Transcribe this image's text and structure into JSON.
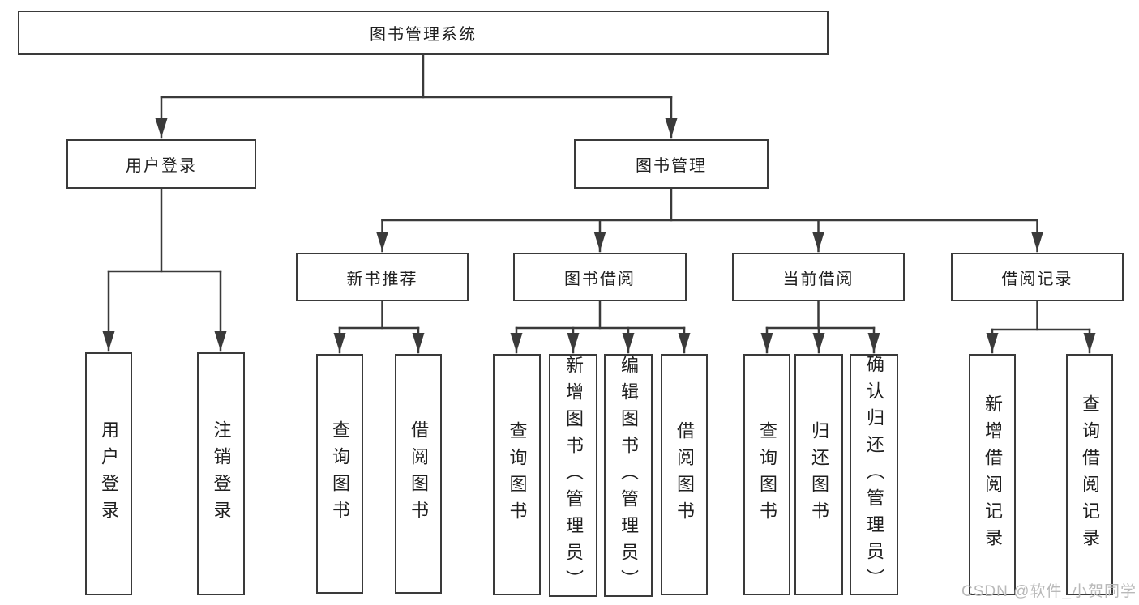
{
  "tree": {
    "root": {
      "label": "图书管理系统",
      "children": [
        {
          "label": "用户登录",
          "children": [
            {
              "label": "用户登录"
            },
            {
              "label": "注销登录"
            }
          ]
        },
        {
          "label": "图书管理",
          "children": [
            {
              "label": "新书推荐",
              "children": [
                {
                  "label": "查询图书"
                },
                {
                  "label": "借阅图书"
                }
              ]
            },
            {
              "label": "图书借阅",
              "children": [
                {
                  "label": "查询图书"
                },
                {
                  "label": "新增图书（管理员）"
                },
                {
                  "label": "编辑图书（管理员）"
                },
                {
                  "label": "借阅图书"
                }
              ]
            },
            {
              "label": "当前借阅",
              "children": [
                {
                  "label": "查询图书"
                },
                {
                  "label": "归还图书"
                },
                {
                  "label": "确认归还（管理员）"
                }
              ]
            },
            {
              "label": "借阅记录",
              "children": [
                {
                  "label": "新增借阅记录"
                },
                {
                  "label": "查询借阅记录"
                }
              ]
            }
          ]
        }
      ]
    }
  },
  "watermark": {
    "text": "CSDN @软件_小贺同学"
  },
  "colors": {
    "line": "#3a3a3a",
    "text": "#1f1f1f",
    "watermark": "#b9b9b9",
    "background": "#ffffff"
  }
}
